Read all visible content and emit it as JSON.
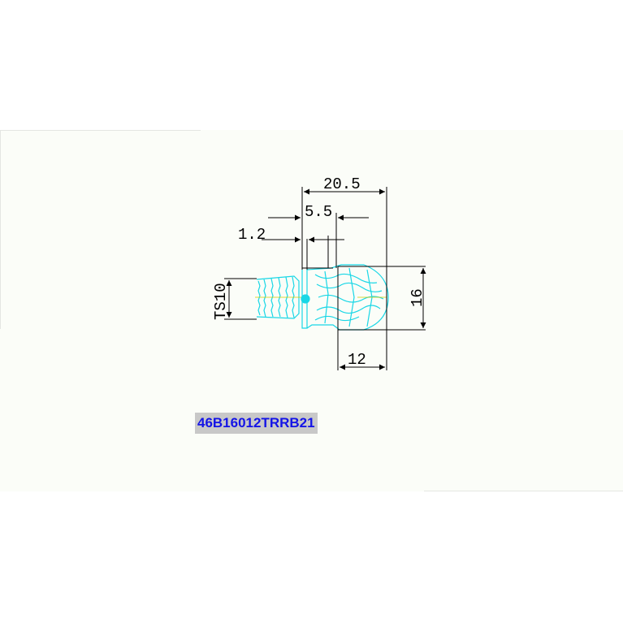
{
  "drawing": {
    "dimensions": {
      "overall_length": "20.5",
      "inner_length": "5.5",
      "flange": "1.2",
      "base": "TS10",
      "diameter": "16",
      "head_length": "12"
    },
    "part_number": "46B16012TRRB21",
    "colors": {
      "panel": "#fbfdf8",
      "line": "#000000",
      "bulb": "#19d7e6",
      "label_bg": "#c8c8c8",
      "label_text": "#1414e6"
    }
  }
}
